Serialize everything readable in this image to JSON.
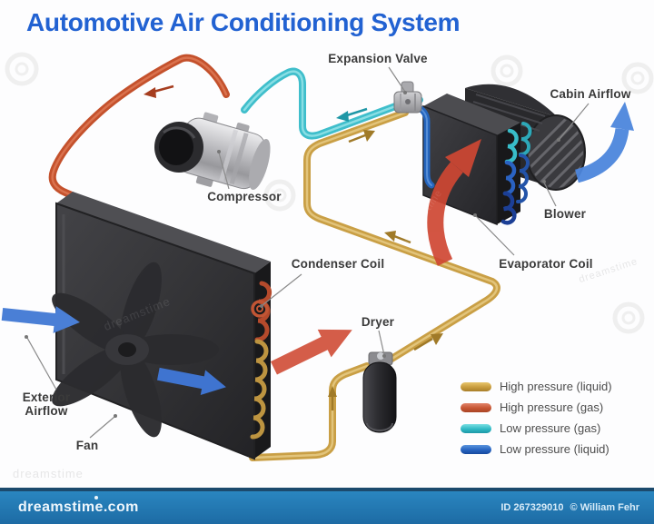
{
  "title": "Automotive Air Conditioning System",
  "diagram": {
    "labels": {
      "expansion_valve": "Expansion Valve",
      "cabin_airflow": "Cabin Airflow",
      "compressor": "Compressor",
      "blower": "Blower",
      "condenser_coil": "Condenser Coil",
      "evaporator_coil": "Evaporator Coil",
      "dryer": "Dryer",
      "exterior_airflow_line1": "Exterior",
      "exterior_airflow_line2": "Airflow",
      "fan": "Fan"
    }
  },
  "legend": {
    "items": [
      {
        "label": "High pressure (liquid)",
        "color": "#c99f45"
      },
      {
        "label": "High pressure (gas)",
        "color": "#c4512c"
      },
      {
        "label": "Low pressure (gas)",
        "color": "#3fbecb"
      },
      {
        "label": "Low pressure (liquid)",
        "color": "#2565bd"
      }
    ]
  },
  "colors": {
    "title_text": "#2262d2",
    "pipe_high_pressure_liquid": "#c99f45",
    "pipe_high_pressure_gas": "#c4512c",
    "pipe_low_pressure_gas": "#3fbecb",
    "pipe_low_pressure_liquid": "#2565bd",
    "airflow_arrow_blue": "#4a7fd6",
    "airflow_arrow_red": "#d04f3a",
    "footer_bar": "#1d6ba4"
  },
  "watermark": {
    "text": "dreamstime"
  },
  "footer": {
    "brand": "dreamstime.com",
    "image_id": "ID 267329010",
    "author": "© William Fehr"
  }
}
